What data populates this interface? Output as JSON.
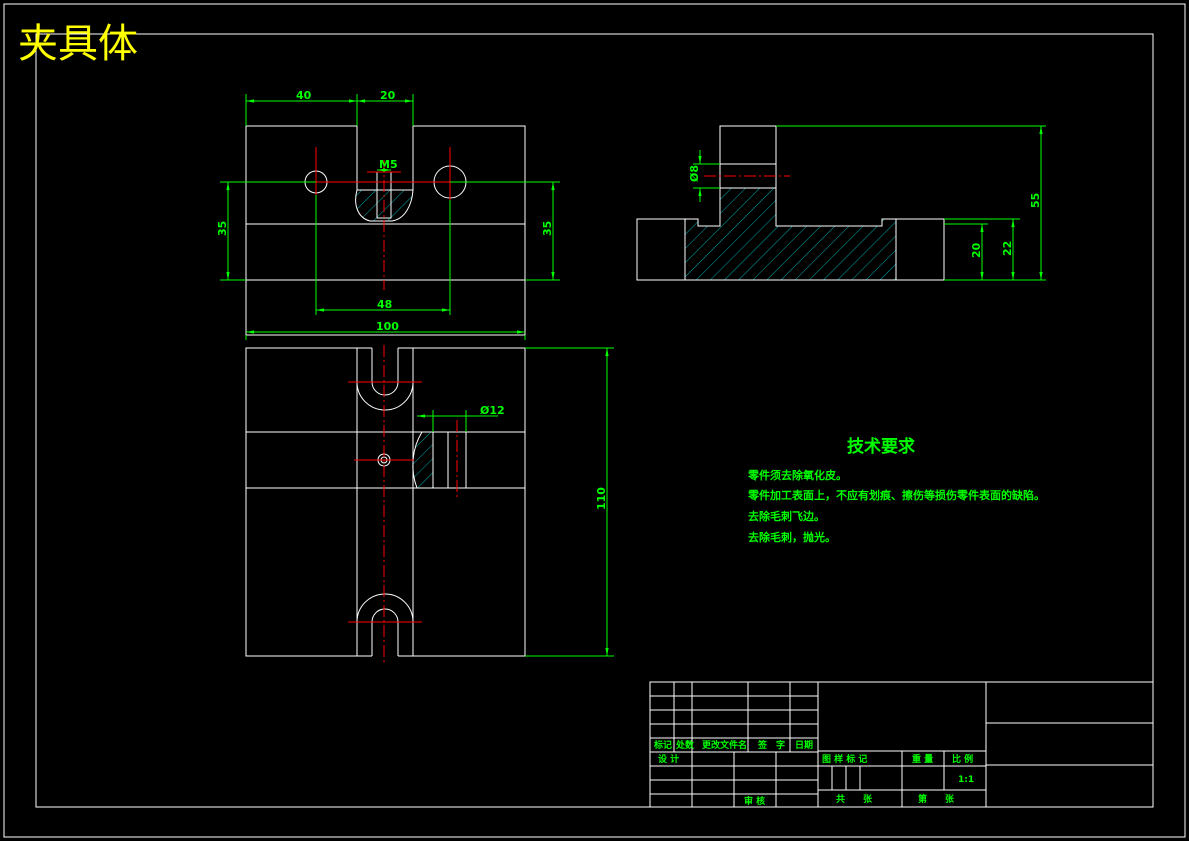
{
  "title": "夹具体",
  "dimensions": {
    "top_40": "40",
    "top_20": "20",
    "m5": "M5",
    "left_35": "35",
    "right_35": "35",
    "dim_48": "48",
    "dim_100": "100",
    "phi12": "Ø12",
    "dim_110": "110",
    "phi8": "Ø8",
    "dim_55": "55",
    "dim_20": "20",
    "dim_22": "22"
  },
  "tech": {
    "heading": "技术要求",
    "lines": [
      "零件须去除氧化皮。",
      "零件加工表面上，不应有划痕、擦伤等损伤零件表面的缺陷。",
      "去除毛刺飞边。",
      "去除毛刺，抛光。"
    ]
  },
  "title_block": {
    "marker": "标记",
    "count": "处数",
    "doc": "更改文件名",
    "sign": "签　字",
    "date": "日期",
    "design": "设 计",
    "audit": "审 核",
    "stage": "图 样 标 记",
    "weight": "重 量",
    "scale_label": "比 例",
    "scale_value": "1:1",
    "sheets": "共　　张",
    "sheet_no": "第　　张"
  },
  "colors": {
    "background": "#000000",
    "outline": "#ffffff",
    "dimension": "#00ff00",
    "center": "#ff0000",
    "hatch": "#00aaaa",
    "title": "#ffff00"
  }
}
